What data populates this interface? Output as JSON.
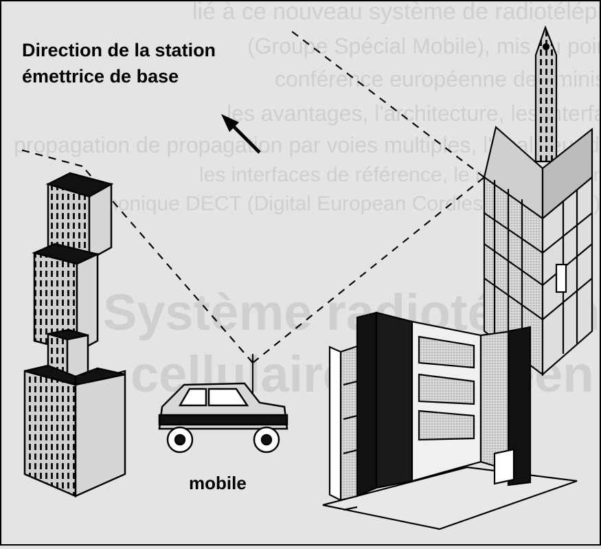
{
  "labels": {
    "direction_line1": "Direction de la station",
    "direction_line2": "émettrice de base",
    "mobile": "mobile"
  },
  "background_text_lines": [
    "lié à ce nouveau système de radiotéléphone cellulaire",
    "(Groupe Spécial Mobile), mis au point par la",
    "conférence européenne des ministres des postes,",
    "les avantages, l'architecture, les interfaces et la version de",
    "propagation de propagation par voies multiples, l'égaliseur du",
    "les interfaces de référence, le réseau mis en place",
    "téléphonique DECT (Digital European Cordless Telephone)."
  ],
  "background_heading": [
    "Système radiotéléphonique",
    "cellulaire européen"
  ],
  "colors": {
    "background": "#e4e4e4",
    "line": "#000000",
    "building_fill": "#c8c8c8",
    "window_dark": "#1a1a1a"
  },
  "icons": [
    "skyscraper",
    "tower-building",
    "office-building",
    "car"
  ]
}
